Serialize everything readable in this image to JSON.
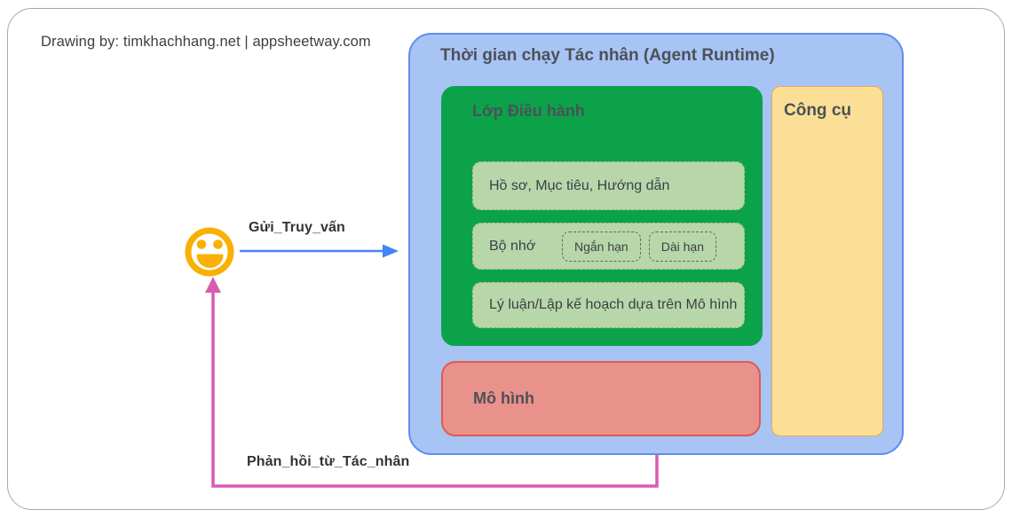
{
  "page": {
    "attribution": "Drawing by: timkhachhang.net | appsheetway.com"
  },
  "diagram": {
    "runtime": {
      "title": "Thời gian chạy Tác nhân (Agent Runtime)",
      "orchestration": {
        "title": "Lớp Điều hành",
        "profile_item": "Hồ sơ, Mục tiêu, Hướng dẫn",
        "memory_item": "Bộ nhớ",
        "memory_chips": [
          "Ngắn hạn",
          "Dài hạn"
        ],
        "reasoning_item": "Lý luận/Lập kế hoạch dựa trên Mô hình"
      },
      "tools": {
        "title": "Công cụ"
      },
      "model": {
        "title": "Mô hình"
      }
    },
    "arrows": {
      "query_label": "Gửi_Truy_vấn",
      "response_label": "Phản_hồi_từ_Tác_nhân"
    },
    "colors": {
      "page_border": "#a9a9a9",
      "runtime_fill": "#a7c4f5",
      "runtime_border": "#648ceb",
      "orchestration_fill": "#0ca24a",
      "item_fill": "#b7d7ab",
      "item_border": "#7fb27a",
      "chip_border": "#5d6b61",
      "tools_fill": "#fcdf97",
      "tools_border": "#eda652",
      "model_fill": "#e9918b",
      "model_border": "#df5a50",
      "query_arrow": "#4285f4",
      "response_arrow": "#d95cb2",
      "smiley": "#f9b005",
      "heading_text": "#4c5156",
      "body_text": "#3c4043",
      "label_text": "#333333"
    }
  }
}
